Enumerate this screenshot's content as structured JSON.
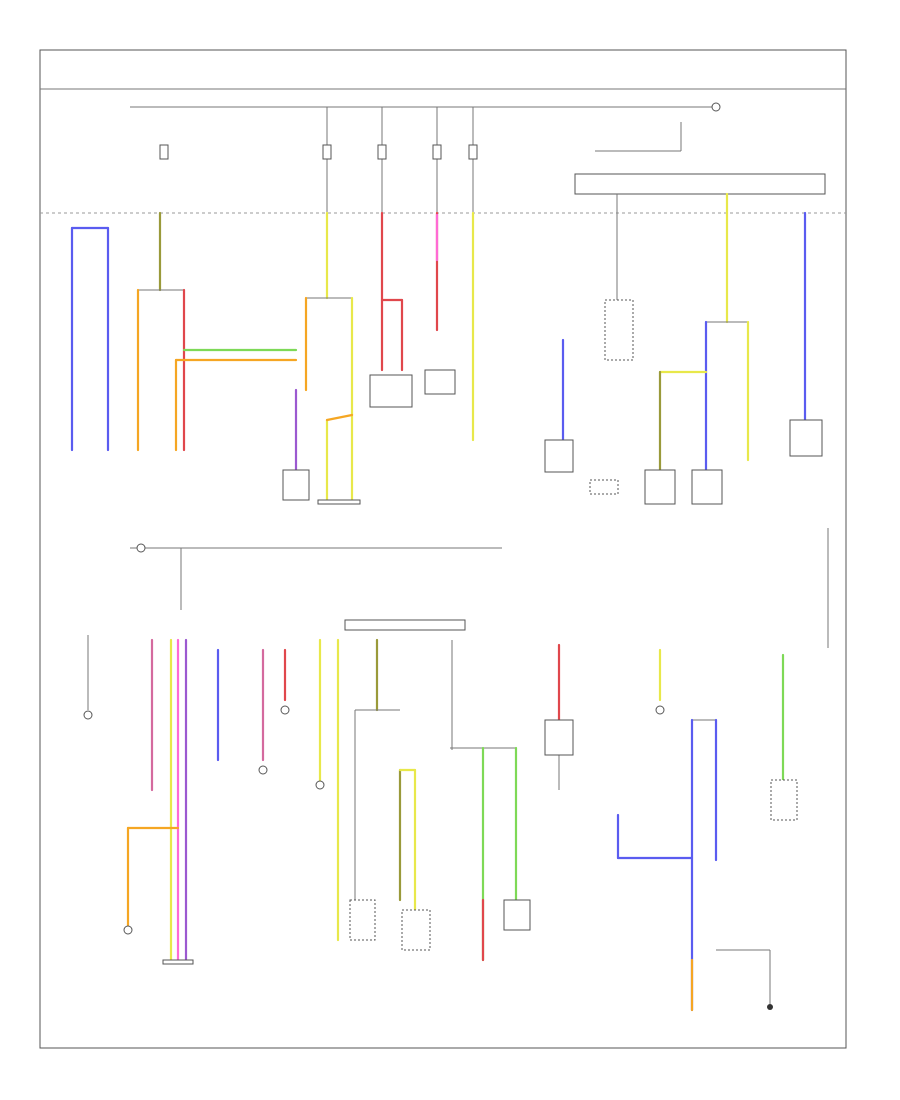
{
  "page": {
    "footer_code": ""
  },
  "colors": {
    "background": "#ffffff",
    "frame": "#555555",
    "blue": "#5a5cf0",
    "purple": "#9b59d0",
    "yellow": "#e8e84a",
    "orange": "#f5a623",
    "green": "#7ed957",
    "red": "#e0474c",
    "pink": "#ff6ad5",
    "magenta": "#e040e0",
    "olive": "#9a9a3a",
    "grey": "#888888"
  },
  "icons": [
    "ground-symbol",
    "connector-block",
    "fuse-symbol",
    "splice-dot"
  ]
}
